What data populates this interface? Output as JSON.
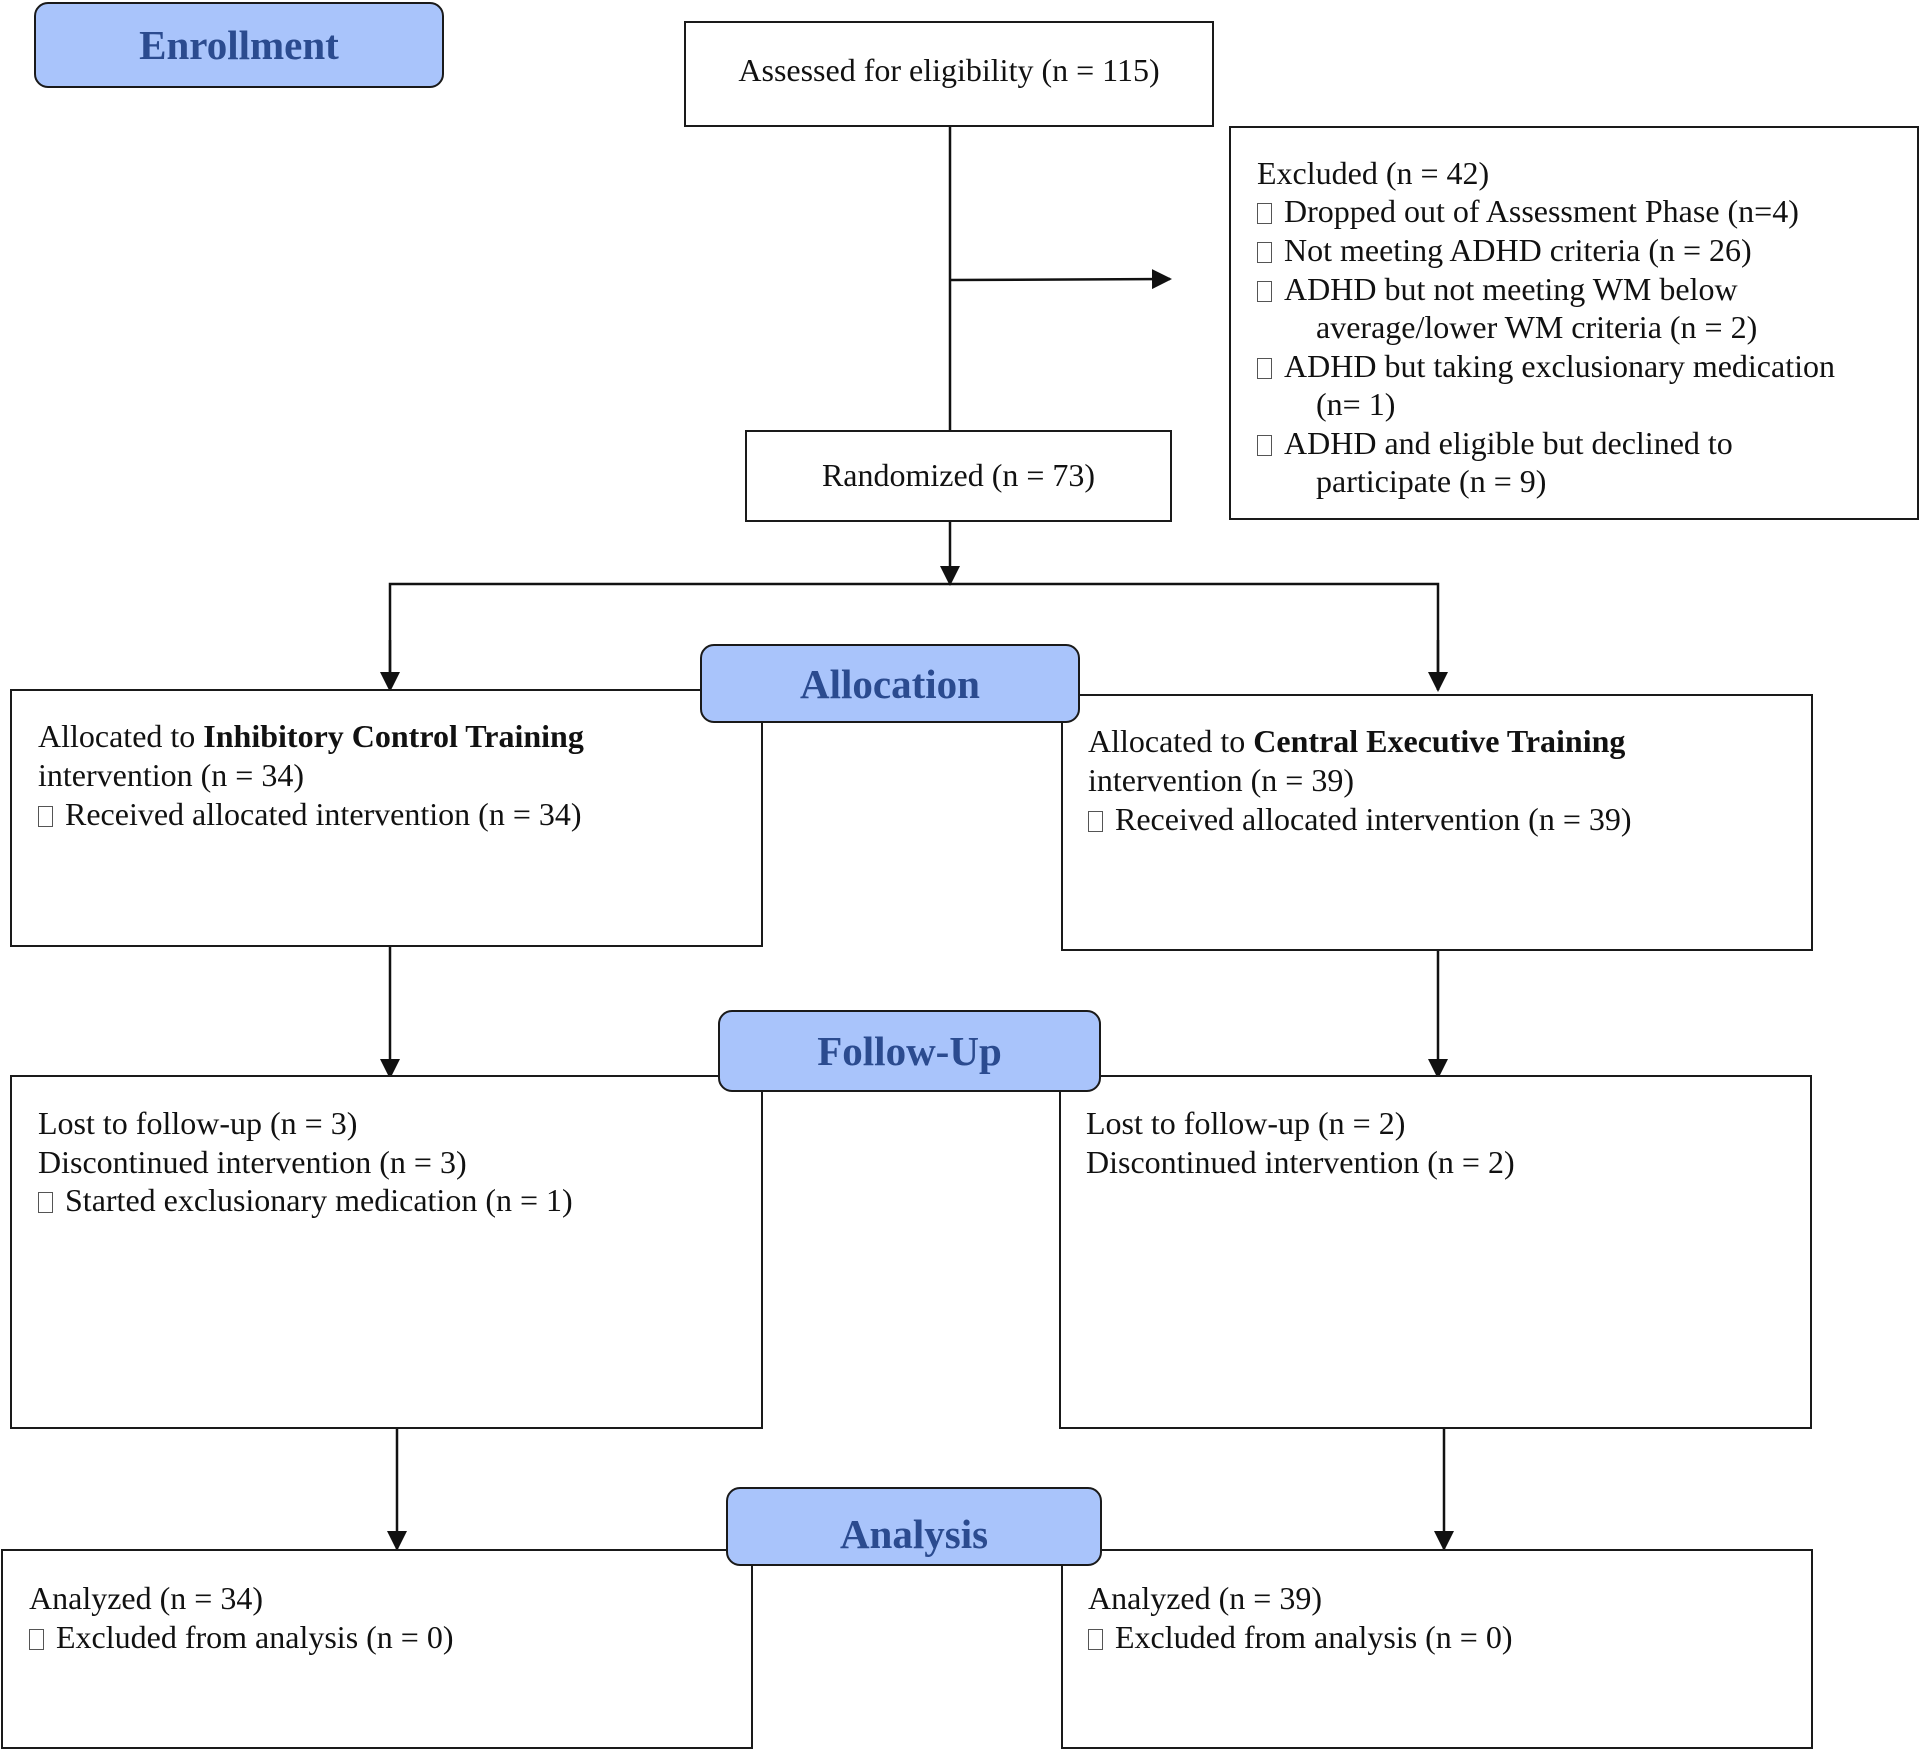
{
  "stages": {
    "enrollment": "Enrollment",
    "allocation": "Allocation",
    "follow_up": "Follow-Up",
    "analysis": "Analysis"
  },
  "assessed": "Assessed for eligibility (n = 115)",
  "excluded": {
    "title": "Excluded  (n = 42)",
    "items": [
      "Dropped out of Assessment Phase (n=4)",
      "Not meeting ADHD criteria (n = 26)",
      "ADHD but not meeting WM below",
      "average/lower WM criteria (n = 2)",
      "ADHD but taking exclusionary medication",
      "(n= 1)",
      "ADHD and eligible but declined to",
      "participate (n = 9)"
    ]
  },
  "randomized": "Randomized (n = 73)",
  "allocation_left": {
    "prefix": "Allocated to ",
    "group": "Inhibitory Control Training",
    "line2": "intervention (n = 34)",
    "item": "Received allocated intervention (n = 34)"
  },
  "allocation_right": {
    "prefix": "Allocated to ",
    "group": "Central Executive Training",
    "line2": "intervention (n = 39)",
    "item": "Received allocated intervention (n = 39)"
  },
  "followup_left": {
    "line1": "Lost to follow-up (n = 3)",
    "line2": "Discontinued intervention (n = 3)",
    "item": "Started exclusionary medication (n = 1)"
  },
  "followup_right": {
    "line1": "Lost to follow-up (n = 2)",
    "line2": "Discontinued intervention (n = 2)"
  },
  "analysis_left": {
    "line1": "Analyzed  (n = 34)",
    "item": "Excluded from analysis (n = 0)"
  },
  "analysis_right": {
    "line1": "Analyzed  (n = 39)",
    "item": "Excluded from analysis (n = 0)"
  }
}
